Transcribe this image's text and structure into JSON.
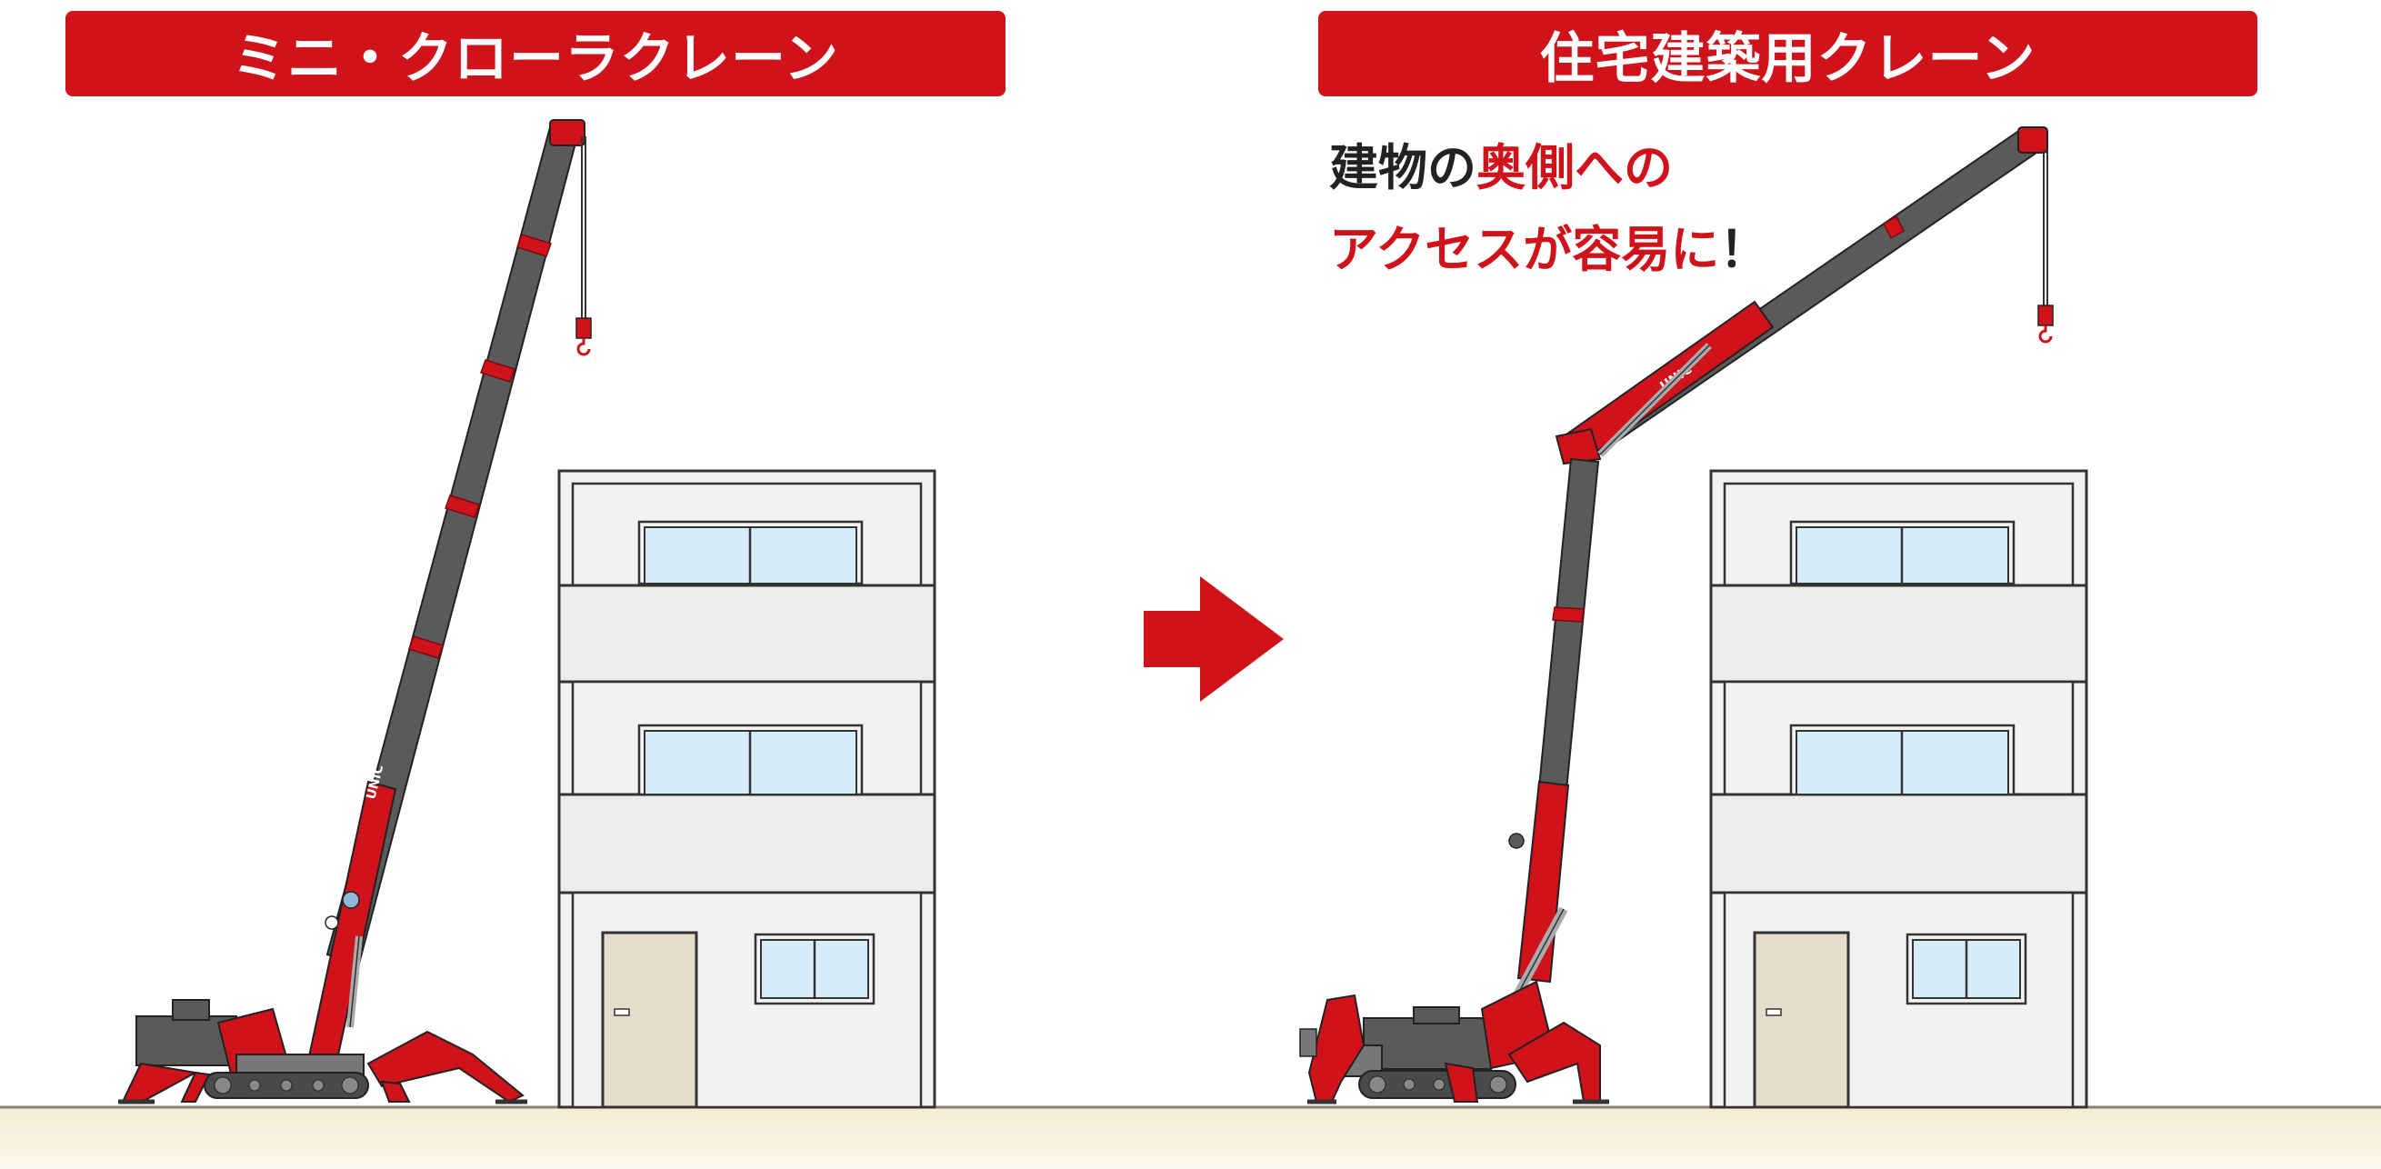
{
  "left_title": "ミニ・クローラクレーン",
  "right_title": "住宅建築用クレーン",
  "tagline": {
    "line1_dark": "建物の",
    "line1_red": "奥側へ",
    "line1_end": "の",
    "line2_red": "アクセスが容易に",
    "line2_dark": "！"
  },
  "crane_logo": "UNIC",
  "colors": {
    "accent_red": "#d0121b",
    "boom_gray": "#5a5a5a",
    "ground": "#f7f0dc",
    "building_wall": "#f2f2f2",
    "window_glass": "#d6ecf8",
    "door": "#e6dccb"
  },
  "icons": [
    "arrow-right-icon"
  ]
}
